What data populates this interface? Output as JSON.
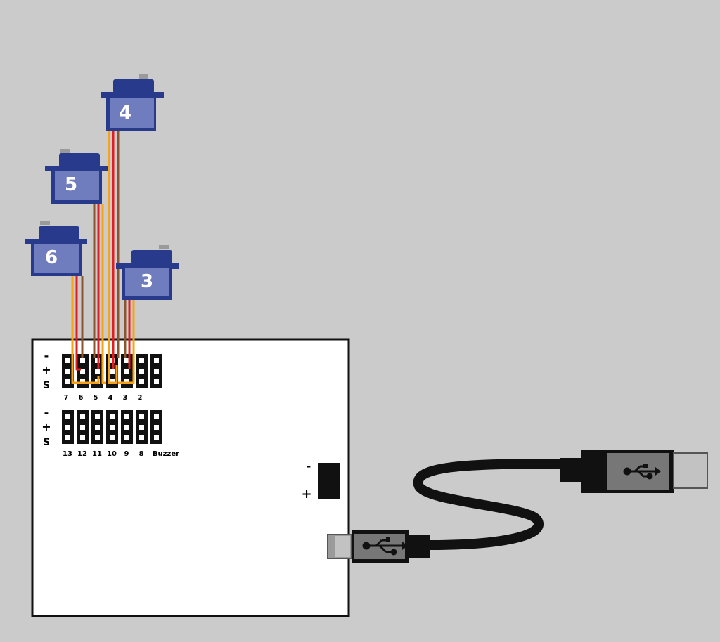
{
  "colors": {
    "background": "#cbcbcb",
    "board": "#ffffff",
    "servo_body": "#283a8c",
    "servo_label_bg": "#6f7dbf",
    "wire_signal": "#f7a21b",
    "wire_power": "#e02020",
    "wire_ground": "#8b5530",
    "cable": "#111111",
    "usb_plug_grey": "#777777"
  },
  "servos": [
    {
      "label": "4",
      "servo_ref": "4"
    },
    {
      "label": "5",
      "servo_ref": "5"
    },
    {
      "label": "6",
      "servo_ref": "6"
    },
    {
      "label": "3",
      "servo_ref": "3"
    }
  ],
  "board": {
    "header_top": {
      "row_labels": [
        "-",
        "+",
        "S"
      ],
      "pin_labels": [
        "7",
        "6",
        "5",
        "4",
        "3",
        "2"
      ]
    },
    "header_bottom": {
      "row_labels": [
        "-",
        "+",
        "S"
      ],
      "pin_labels": [
        "13",
        "12",
        "11",
        "10",
        "9",
        "8",
        "Buzzer"
      ]
    },
    "power_connector": {
      "minus_label": "-",
      "plus_label": "+"
    }
  },
  "usb_cable": {
    "micro_end_icon": "usb-icon",
    "a_end_icon": "usb-icon"
  }
}
